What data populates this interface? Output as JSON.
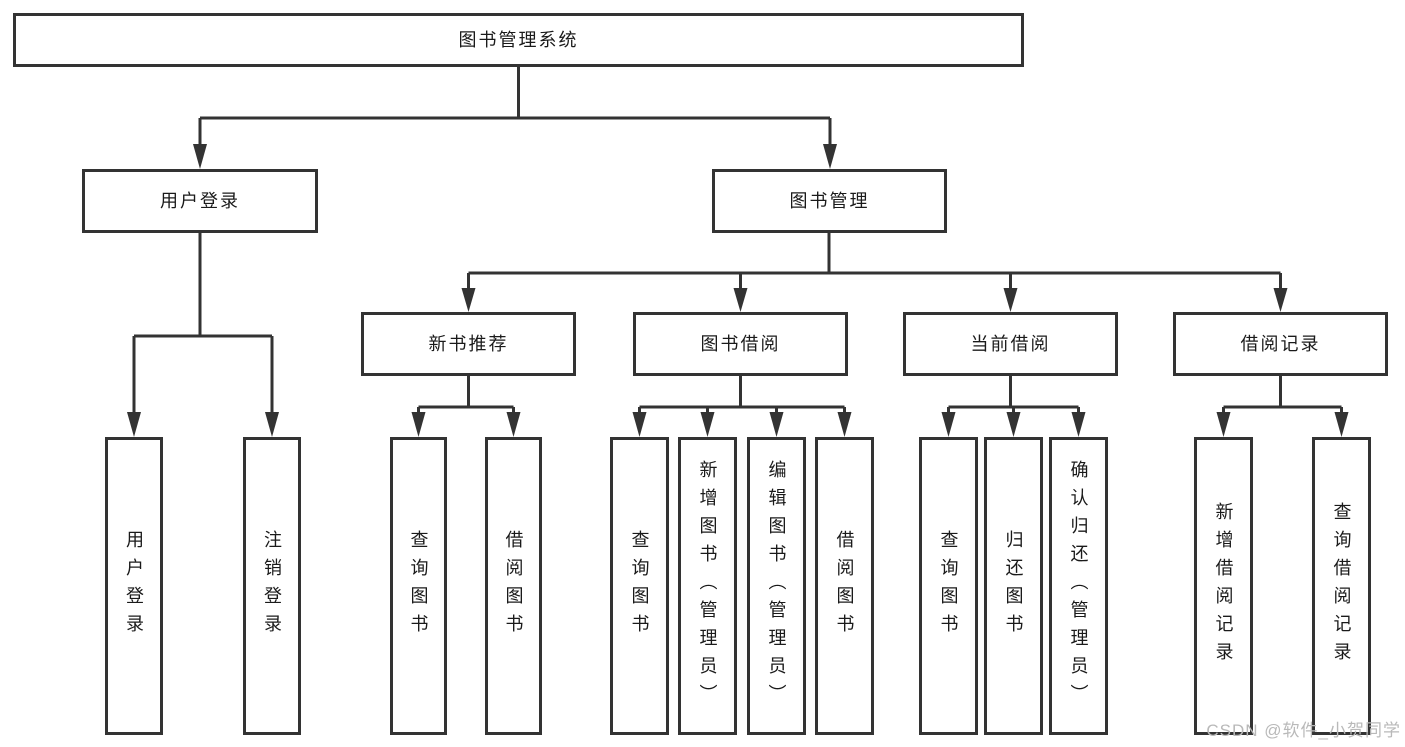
{
  "diagram": {
    "type": "hierarchy-tree",
    "title": "图书管理系统",
    "colors": {
      "line": "#333333",
      "text": "#1a1a1a",
      "box_background": "#ffffff",
      "watermark": "#b9b9b9"
    },
    "nodes": {
      "root": "图书管理系统",
      "user_login": "用户登录",
      "book_management": "图书管理",
      "new_book_recommend": "新书推荐",
      "book_borrow": "图书借阅",
      "current_borrow": "当前借阅",
      "borrow_record": "借阅记录",
      "leaf_user_login": "用户登录",
      "leaf_logout_login": "注销登录",
      "leaf_recommend_query_book": "查询图书",
      "leaf_recommend_borrow_book": "借阅图书",
      "leaf_borrow_query_book": "查询图书",
      "leaf_borrow_add_book_admin": "新增图书（管理员）",
      "leaf_borrow_edit_book_admin": "编辑图书（管理员）",
      "leaf_borrow_borrow_book": "借阅图书",
      "leaf_current_query_book": "查询图书",
      "leaf_current_return_book": "归还图书",
      "leaf_current_confirm_return_admin": "确认归还（管理员）",
      "leaf_record_add_record": "新增借阅记录",
      "leaf_record_query_record": "查询借阅记录"
    },
    "edges": [
      [
        "图书管理系统",
        "用户登录"
      ],
      [
        "图书管理系统",
        "图书管理"
      ],
      [
        "用户登录",
        "用户登录"
      ],
      [
        "用户登录",
        "注销登录"
      ],
      [
        "图书管理",
        "新书推荐"
      ],
      [
        "图书管理",
        "图书借阅"
      ],
      [
        "图书管理",
        "当前借阅"
      ],
      [
        "图书管理",
        "借阅记录"
      ],
      [
        "新书推荐",
        "查询图书"
      ],
      [
        "新书推荐",
        "借阅图书"
      ],
      [
        "图书借阅",
        "查询图书"
      ],
      [
        "图书借阅",
        "新增图书（管理员）"
      ],
      [
        "图书借阅",
        "编辑图书（管理员）"
      ],
      [
        "图书借阅",
        "借阅图书"
      ],
      [
        "当前借阅",
        "查询图书"
      ],
      [
        "当前借阅",
        "归还图书"
      ],
      [
        "当前借阅",
        "确认归还（管理员）"
      ],
      [
        "借阅记录",
        "新增借阅记录"
      ],
      [
        "借阅记录",
        "查询借阅记录"
      ]
    ]
  },
  "watermark": "CSDN @软件_小贺同学"
}
